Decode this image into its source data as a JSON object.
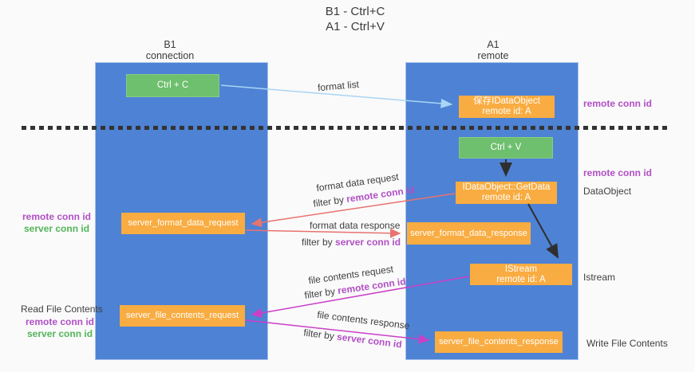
{
  "title": {
    "line1": "B1 - Ctrl+C",
    "line2": "A1 - Ctrl+V"
  },
  "lanes": {
    "left": {
      "title": "B1",
      "subtitle": "connection"
    },
    "right": {
      "title": "A1",
      "subtitle": "remote"
    }
  },
  "nodes": {
    "ctrl_c": {
      "label": "Ctrl + C"
    },
    "ctrl_v": {
      "label": "Ctrl + V"
    },
    "saved_dataobject": {
      "line1": "保存IDataObject",
      "line2": "remote id: A"
    },
    "getdata": {
      "line1": "IDataObject::GetData",
      "line2": "remote id: A"
    },
    "istream": {
      "line1": "IStream",
      "line2": "remote id: A"
    },
    "format_request": {
      "label": "server_format_data_request"
    },
    "format_response": {
      "label": "server_format_data_response"
    },
    "file_request": {
      "label": "server_file_contents_request"
    },
    "file_response": {
      "label": "server_file_contents_response"
    }
  },
  "edge_labels": {
    "format_list": "format list",
    "format_data_request": "format data request",
    "format_data_response": "format data response",
    "file_contents_request": "file contents request",
    "file_contents_response": "file contents response",
    "filter_by": "filter by",
    "remote_conn_id": "remote conn id",
    "server_conn_id": "server conn id"
  },
  "side_labels": {
    "remote_conn_id": "remote conn id",
    "server_conn_id": "server conn id",
    "dataobject": "DataObject",
    "istream": "Istream",
    "read_file_contents": "Read File Contents",
    "write_file_contents": "Write File Contents"
  },
  "colors": {
    "lane_blue": "#4E82D4",
    "node_orange": "#F9AC41",
    "node_green": "#6EBF6E",
    "purple_text": "#B14FC5",
    "green_text": "#53B559",
    "arrow_red": "#E8736F",
    "arrow_magenta": "#CB3FC7",
    "arrow_light_blue": "#A9D5F5",
    "arrow_black": "#2F2F2F",
    "dashed_line": "#333333"
  }
}
